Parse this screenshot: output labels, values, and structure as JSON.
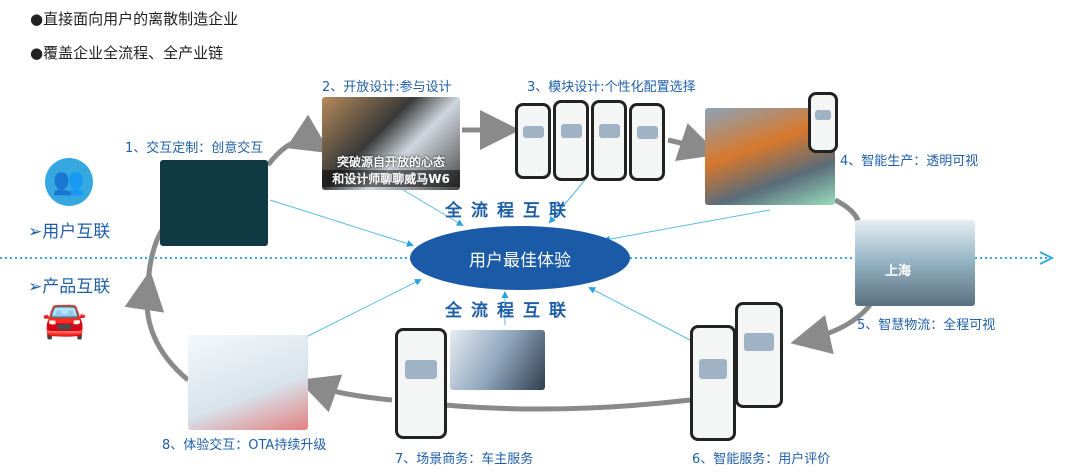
{
  "bullets": [
    "●直接面向用户的离散制造企业",
    "●覆盖企业全流程、全产业链"
  ],
  "steps": [
    "1、交互定制：创意交互",
    "2、开放设计:参与设计",
    "3、模块设计:个性化配置选择",
    "4、智能生产：透明可视",
    "5、智慧物流：全程可视",
    "6、智能服务：用户评价",
    "7、场景商务：车主服务",
    "8、体验交互：OTA持续升级"
  ],
  "side": {
    "user": "用户互联",
    "product": "产品互联"
  },
  "center": "用户最佳体验",
  "slogan": "全流程互联",
  "design_image_caption": [
    "突破源自开放的心态",
    "和设计师聊聊威马W6"
  ],
  "logistics_image_text": "上海",
  "colors": {
    "accent": "#1f5fa8",
    "ellipse": "#1a5aa6",
    "loop": "#8a8a8a"
  }
}
